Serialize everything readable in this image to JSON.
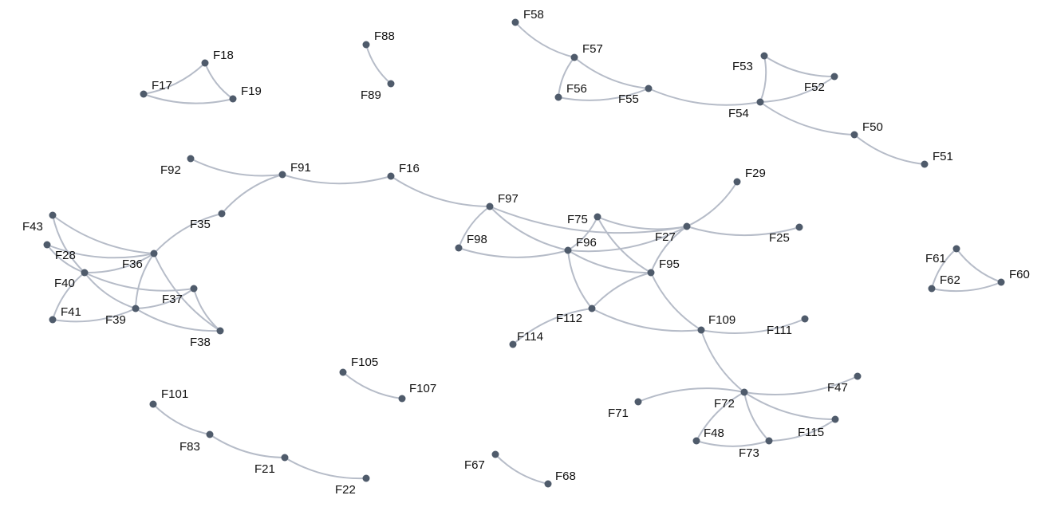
{
  "graph": {
    "node_color": "#4f5b6b",
    "edge_color": "#b6bcc8",
    "background": "#ffffff",
    "nodes": [
      "F17",
      "F18",
      "F19",
      "F88",
      "F89",
      "F58",
      "F57",
      "F56",
      "F55",
      "F54",
      "F53",
      "F52",
      "F50",
      "F51",
      "F92",
      "F91",
      "F16",
      "F35",
      "F43",
      "F28",
      "F36",
      "F40",
      "F37",
      "F41",
      "F39",
      "F38",
      "F97",
      "F98",
      "F75",
      "F96",
      "F27",
      "F29",
      "F25",
      "F95",
      "F112",
      "F114",
      "F109",
      "F111",
      "F72",
      "F47",
      "F71",
      "F48",
      "F73",
      "F115",
      "F61",
      "F60",
      "F62",
      "F105",
      "F107",
      "F101",
      "F83",
      "F21",
      "F22",
      "F67",
      "F68"
    ],
    "edges": [
      [
        "F17",
        "F18"
      ],
      [
        "F17",
        "F19"
      ],
      [
        "F18",
        "F19"
      ],
      [
        "F88",
        "F89"
      ],
      [
        "F58",
        "F57"
      ],
      [
        "F57",
        "F56"
      ],
      [
        "F57",
        "F55"
      ],
      [
        "F56",
        "F55"
      ],
      [
        "F55",
        "F54"
      ],
      [
        "F54",
        "F53"
      ],
      [
        "F54",
        "F52"
      ],
      [
        "F53",
        "F52"
      ],
      [
        "F54",
        "F50"
      ],
      [
        "F50",
        "F51"
      ],
      [
        "F92",
        "F91"
      ],
      [
        "F91",
        "F16"
      ],
      [
        "F91",
        "F35"
      ],
      [
        "F35",
        "F36"
      ],
      [
        "F16",
        "F97"
      ],
      [
        "F43",
        "F40"
      ],
      [
        "F28",
        "F40"
      ],
      [
        "F28",
        "F36"
      ],
      [
        "F40",
        "F36"
      ],
      [
        "F40",
        "F37"
      ],
      [
        "F40",
        "F39"
      ],
      [
        "F40",
        "F41"
      ],
      [
        "F36",
        "F39"
      ],
      [
        "F36",
        "F38"
      ],
      [
        "F39",
        "F37"
      ],
      [
        "F39",
        "F38"
      ],
      [
        "F41",
        "F39"
      ],
      [
        "F37",
        "F38"
      ],
      [
        "F43",
        "F36"
      ],
      [
        "F97",
        "F98"
      ],
      [
        "F97",
        "F96"
      ],
      [
        "F97",
        "F27"
      ],
      [
        "F98",
        "F96"
      ],
      [
        "F96",
        "F75"
      ],
      [
        "F96",
        "F27"
      ],
      [
        "F96",
        "F95"
      ],
      [
        "F96",
        "F112"
      ],
      [
        "F75",
        "F27"
      ],
      [
        "F75",
        "F95"
      ],
      [
        "F27",
        "F29"
      ],
      [
        "F27",
        "F25"
      ],
      [
        "F27",
        "F95"
      ],
      [
        "F95",
        "F112"
      ],
      [
        "F95",
        "F109"
      ],
      [
        "F112",
        "F114"
      ],
      [
        "F112",
        "F109"
      ],
      [
        "F109",
        "F111"
      ],
      [
        "F109",
        "F72"
      ],
      [
        "F72",
        "F47"
      ],
      [
        "F72",
        "F71"
      ],
      [
        "F72",
        "F48"
      ],
      [
        "F72",
        "F73"
      ],
      [
        "F72",
        "F115"
      ],
      [
        "F48",
        "F73"
      ],
      [
        "F73",
        "F115"
      ],
      [
        "F61",
        "F60"
      ],
      [
        "F61",
        "F62"
      ],
      [
        "F62",
        "F60"
      ],
      [
        "F105",
        "F107"
      ],
      [
        "F101",
        "F83"
      ],
      [
        "F83",
        "F21"
      ],
      [
        "F21",
        "F22"
      ],
      [
        "F67",
        "F68"
      ]
    ]
  }
}
